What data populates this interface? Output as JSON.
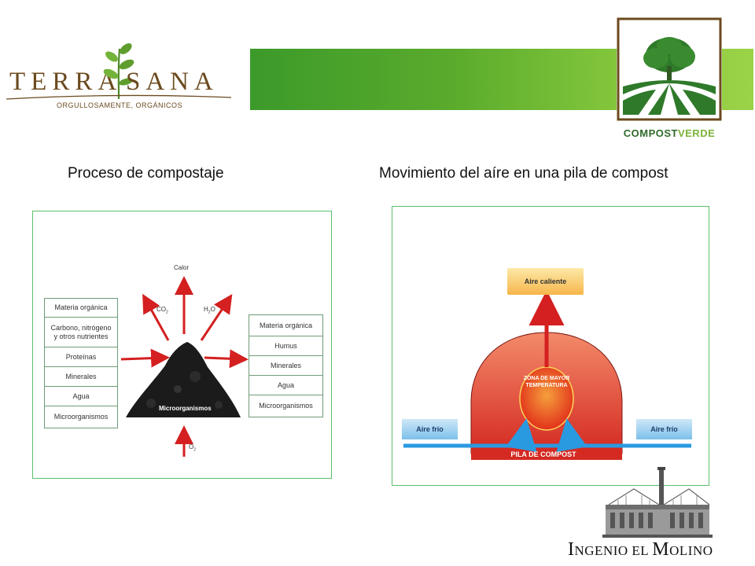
{
  "header": {
    "terrasana": {
      "word_left": "TERRA",
      "word_right": "SANA",
      "tagline": "ORGULLOSAMENTE, ORGÁNICOS"
    },
    "compostverde": {
      "part_a": "COMPOST",
      "part_b": "VERDE"
    }
  },
  "titles": {
    "left": "Proceso de compostaje",
    "right": "Movimiento del aíre en una pila de compost"
  },
  "diagram_left": {
    "inputs": [
      "Materia orgánica",
      "Carbono, nitrógeno y otros nutrientes",
      "Proteínas",
      "Minerales",
      "Agua",
      "Microorganismos"
    ],
    "outputs": [
      "Materia orgánica",
      "Humus",
      "Minerales",
      "Agua",
      "Microorganismos"
    ],
    "top_label": "Calor",
    "co2": "CO",
    "co2_sub": "2",
    "h2o_a": "H",
    "h2o_sub": "2",
    "h2o_b": "O",
    "o2": "O",
    "o2_sub": "2",
    "pile_label": "Microorganismos"
  },
  "diagram_right": {
    "hot_air": "Aire caliente",
    "cold_left": "Aire frío",
    "cold_right": "Aire frío",
    "zone": "ZONA DE MAYOR TEMPERATURA",
    "pile": "PILA DE COMPOST"
  },
  "footer": {
    "ingenio_I": "I",
    "ingenio_rest": "NGENIO EL ",
    "molino_M": "M",
    "molino_rest": "OLINO"
  },
  "colors": {
    "frame": "#5cbf6a",
    "arrow": "#d42020",
    "cold_air": "#2a9ae0",
    "brand_brown": "#6b4a1e",
    "brand_green": "#2f6a2a"
  }
}
